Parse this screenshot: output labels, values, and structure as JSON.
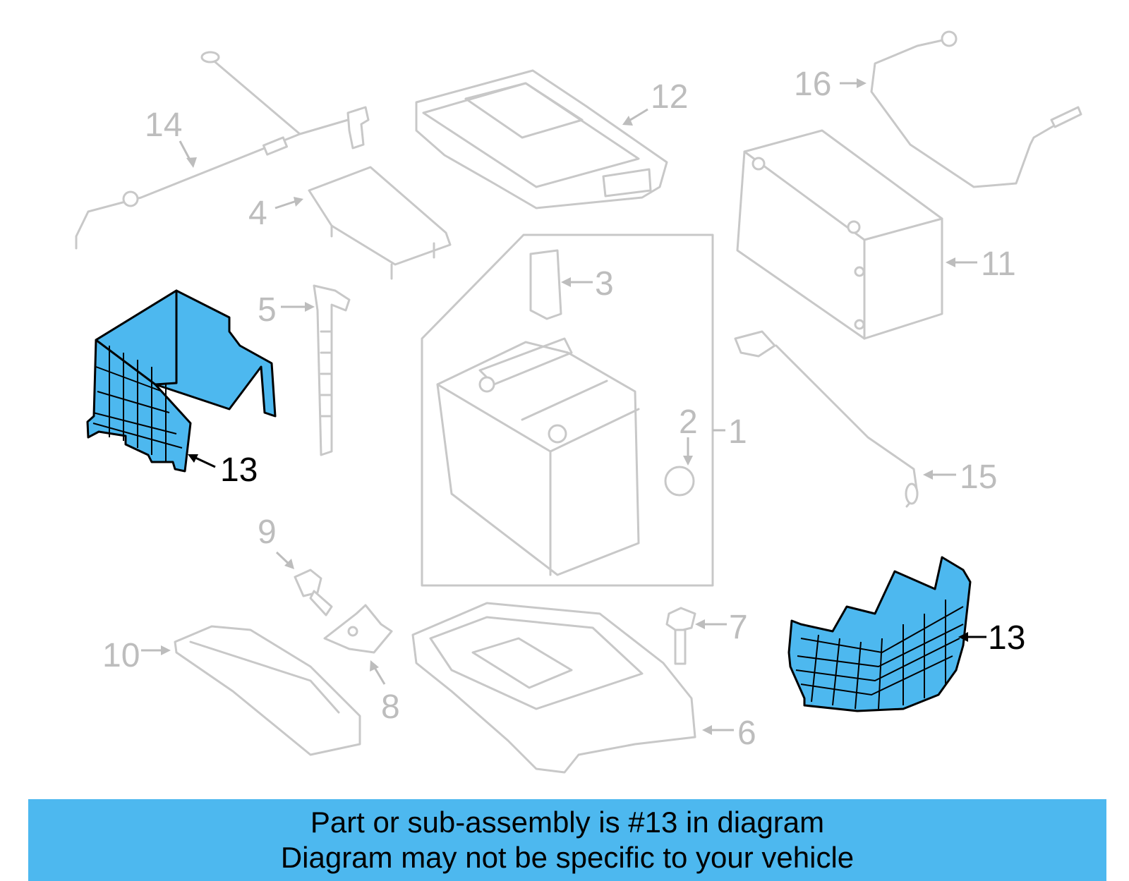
{
  "callouts": {
    "p1": "1",
    "p2": "2",
    "p3": "3",
    "p4": "4",
    "p5": "5",
    "p6": "6",
    "p7": "7",
    "p8": "8",
    "p9": "9",
    "p10": "10",
    "p11": "11",
    "p12": "12",
    "p13_left": "13",
    "p13_right": "13",
    "p14": "14",
    "p15": "15",
    "p16": "16"
  },
  "highlight": {
    "part_number": "13",
    "fill_color": "#4db8ef",
    "outline_color": "#000000"
  },
  "banner": {
    "line1": "Part or sub-assembly is #13 in diagram",
    "line2": "Diagram may not be specific to your vehicle",
    "background_color": "#4db8ef"
  }
}
